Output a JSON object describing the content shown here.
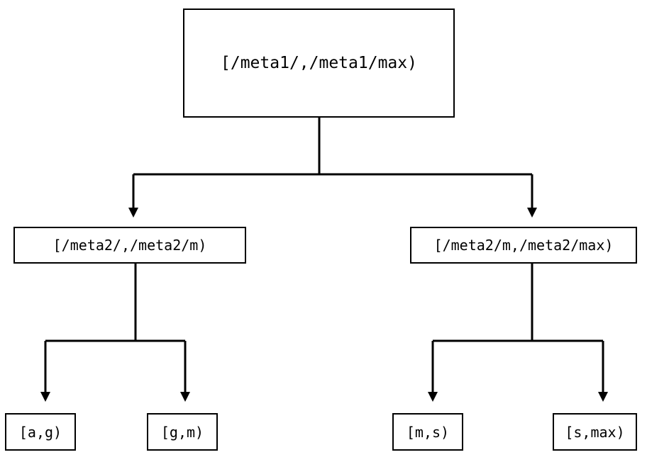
{
  "diagram": {
    "kind": "interval-partition-tree",
    "background_color": "#ffffff",
    "stroke_color": "#000000",
    "levels": 3,
    "nodes": {
      "root": {
        "label": "[/meta1/,/meta1/max)",
        "level": 1
      },
      "meta2_low": {
        "label": "[/meta2/,/meta2/m)",
        "level": 2
      },
      "meta2_high": {
        "label": "[/meta2/m,/meta2/max)",
        "level": 2
      },
      "leaf_ag": {
        "label": "[a,g)",
        "level": 3
      },
      "leaf_gm": {
        "label": "[g,m)",
        "level": 3
      },
      "leaf_ms": {
        "label": "[m,s)",
        "level": 3
      },
      "leaf_smax": {
        "label": "[s,max)",
        "level": 3
      }
    },
    "edges": [
      {
        "from": "root",
        "to": "meta2_low",
        "arrow": "down-triangle"
      },
      {
        "from": "root",
        "to": "meta2_high",
        "arrow": "down-triangle"
      },
      {
        "from": "meta2_low",
        "to": "leaf_ag",
        "arrow": "down-triangle"
      },
      {
        "from": "meta2_low",
        "to": "leaf_gm",
        "arrow": "down-triangle"
      },
      {
        "from": "meta2_high",
        "to": "leaf_ms",
        "arrow": "down-triangle"
      },
      {
        "from": "meta2_high",
        "to": "leaf_smax",
        "arrow": "down-triangle"
      }
    ]
  }
}
